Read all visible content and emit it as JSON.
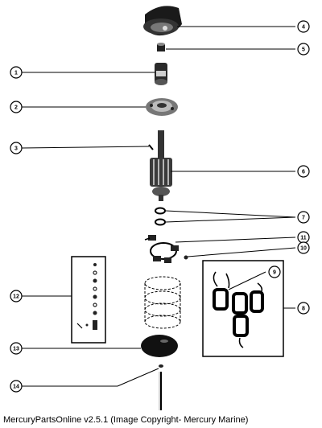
{
  "callouts": [
    {
      "id": "1",
      "label": "1"
    },
    {
      "id": "2",
      "label": "2"
    },
    {
      "id": "3",
      "label": "3"
    },
    {
      "id": "4",
      "label": "4"
    },
    {
      "id": "5",
      "label": "5"
    },
    {
      "id": "6",
      "label": "6"
    },
    {
      "id": "7",
      "label": "7"
    },
    {
      "id": "8",
      "label": "8"
    },
    {
      "id": "9",
      "label": "9"
    },
    {
      "id": "10",
      "label": "10"
    },
    {
      "id": "11",
      "label": "11"
    },
    {
      "id": "12",
      "label": "12"
    },
    {
      "id": "13",
      "label": "13"
    },
    {
      "id": "14",
      "label": "14"
    }
  ],
  "footer": {
    "copyright": "MercuryPartsOnline v2.5.1 (Image Copyright- Mercury Marine)"
  }
}
